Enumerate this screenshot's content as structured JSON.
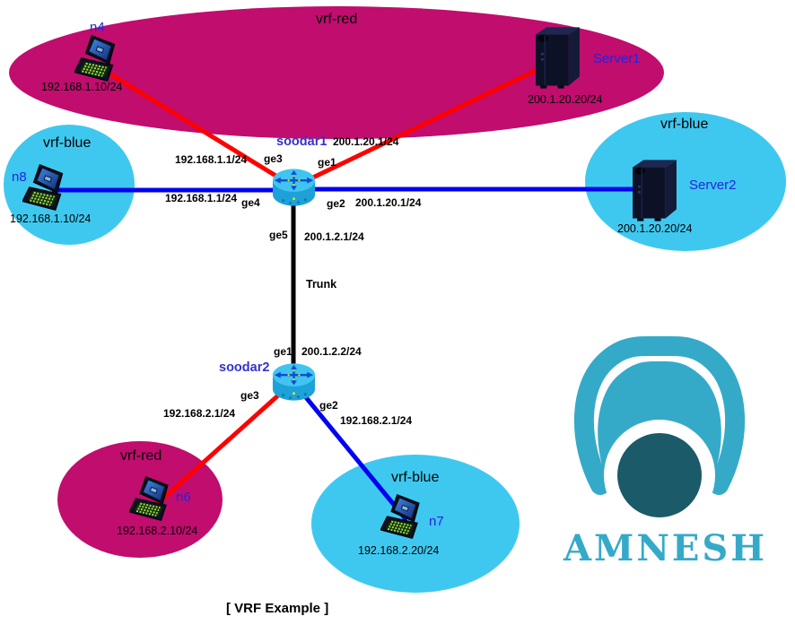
{
  "caption": "[ VRF Example ]",
  "zones": {
    "red_top": "vrf-red",
    "blue_left": "vrf-blue",
    "blue_right": "vrf-blue",
    "red_bottom": "vrf-red",
    "blue_bottom": "vrf-blue"
  },
  "nodes": {
    "n4": {
      "name": "n4",
      "ip": "192.168.1.10/24"
    },
    "n8": {
      "name": "n8",
      "ip": "192.168.1.10/24"
    },
    "n6": {
      "name": "n6",
      "ip": "192.168.2.10/24"
    },
    "n7": {
      "name": "n7",
      "ip": "192.168.2.20/24"
    },
    "server1": {
      "name": "Server1",
      "ip": "200.1.20.20/24"
    },
    "server2": {
      "name": "Server2",
      "ip": "200.1.20.20/24"
    }
  },
  "routers": {
    "soodar1": {
      "name": "soodar1",
      "ifaces": {
        "ge1": {
          "port": "ge1",
          "ip": "200.1.20.1/24"
        },
        "ge2": {
          "port": "ge2",
          "ip": "200.1.20.1/24"
        },
        "ge3": {
          "port": "ge3",
          "ip": "192.168.1.1/24"
        },
        "ge4": {
          "port": "ge4",
          "ip": "192.168.1.1/24"
        },
        "ge5": {
          "port": "ge5",
          "ip": "200.1.2.1/24"
        }
      }
    },
    "soodar2": {
      "name": "soodar2",
      "ifaces": {
        "ge1": {
          "port": "ge1",
          "ip": "200.1.2.2/24"
        },
        "ge2": {
          "port": "ge2",
          "ip": "192.168.2.1/24"
        },
        "ge3": {
          "port": "ge3",
          "ip": "192.168.2.1/24"
        }
      }
    }
  },
  "trunk_label": "Trunk",
  "logo": {
    "brand": "AMNESH"
  },
  "colors": {
    "vrf_red_fill": "#c00d6e",
    "vrf_blue_fill": "#3fc8ef",
    "link_red": "#ff0000",
    "link_blue": "#0101f0",
    "link_trunk": "#000000",
    "node_label": "#2424dd",
    "router_label": "#3333cc",
    "logo_teal": "#35aac8",
    "logo_dark_teal": "#1a5a69"
  }
}
